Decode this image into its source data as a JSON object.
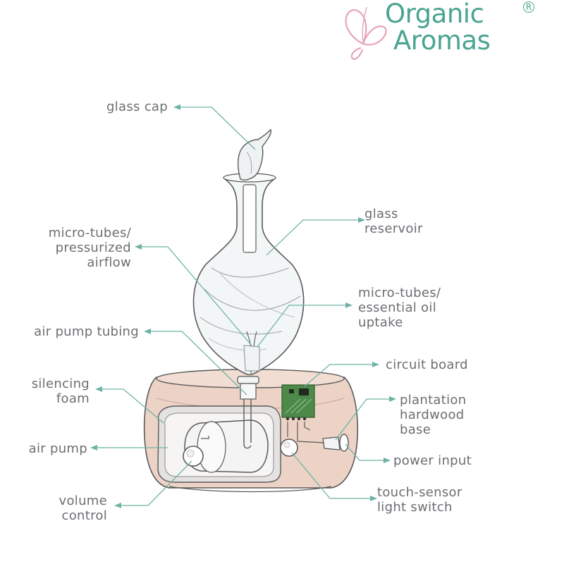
{
  "brand": {
    "line1": "Organic",
    "line2": "Aromas",
    "registered": "R",
    "colors": {
      "text": "#4aa491",
      "butterfly": "#e7a3b6"
    }
  },
  "colors": {
    "label_text": "#6b6e72",
    "leader_line": "#6fb3a5",
    "wood_base": "#e9cdbf",
    "glass": "#f2f5f6",
    "circuit_board": "#4d8a4a"
  },
  "labels": {
    "glass_cap": [
      "glass cap"
    ],
    "glass_reservoir": [
      "glass",
      "reservoir"
    ],
    "micro_tubes_air": [
      "micro-tubes/",
      "pressurized",
      "airflow"
    ],
    "micro_tubes_oil": [
      "micro-tubes/",
      "essential oil",
      "uptake"
    ],
    "air_pump_tubing": [
      "air pump tubing"
    ],
    "circuit_board": [
      "circuit board"
    ],
    "silencing_foam": [
      "silencing",
      "foam"
    ],
    "plantation_base": [
      "plantation",
      "hardwood",
      "base"
    ],
    "air_pump": [
      "air pump"
    ],
    "power_input": [
      "power input"
    ],
    "volume_control": [
      "volume",
      "control"
    ],
    "touch_sensor": [
      "touch-sensor",
      "light switch"
    ]
  }
}
